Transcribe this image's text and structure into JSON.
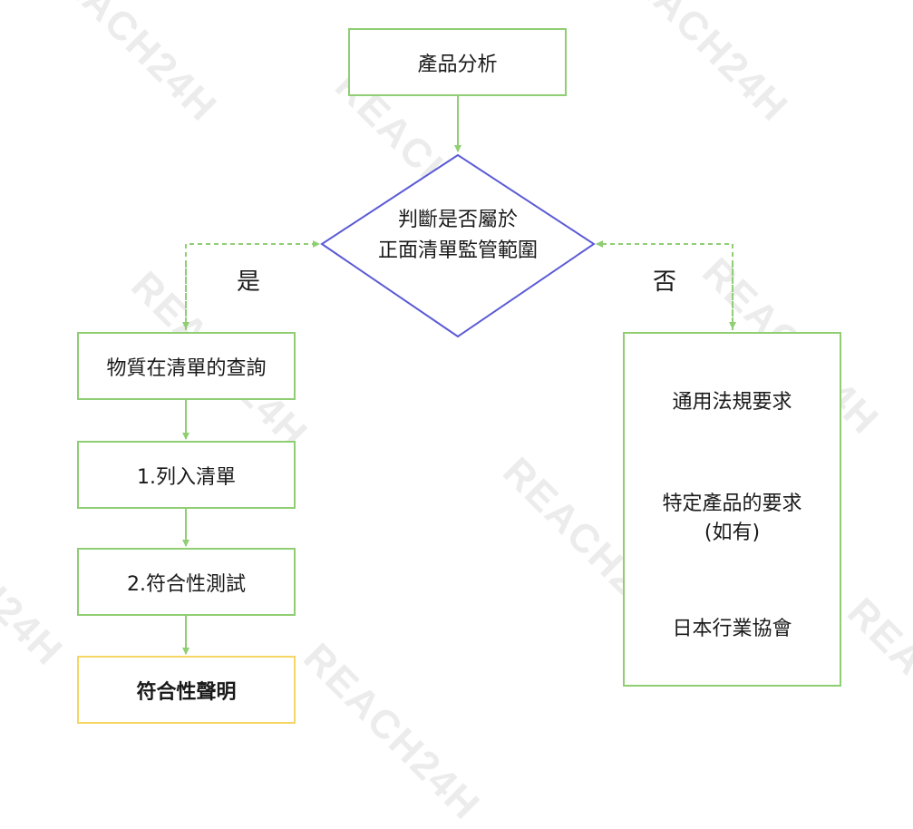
{
  "watermark": "REACH24H",
  "flow": {
    "start": "產品分析",
    "decision_line1": "判斷是否屬於",
    "decision_line2": "正面清單監管範圍",
    "yes_label": "是",
    "no_label": "否",
    "yes_steps": [
      "物質在清單的查詢",
      "1.列入清單",
      "2.符合性測試"
    ],
    "result": "符合性聲明",
    "no_items": {
      "general": "通用法規要求",
      "specific_line1": "特定產品的要求",
      "specific_line2": "(如有)",
      "industry": "日本行業協會"
    }
  },
  "colors": {
    "green_border": "#8fce73",
    "yellow_border": "#f5d564",
    "diamond_border": "#5b5bd6"
  }
}
